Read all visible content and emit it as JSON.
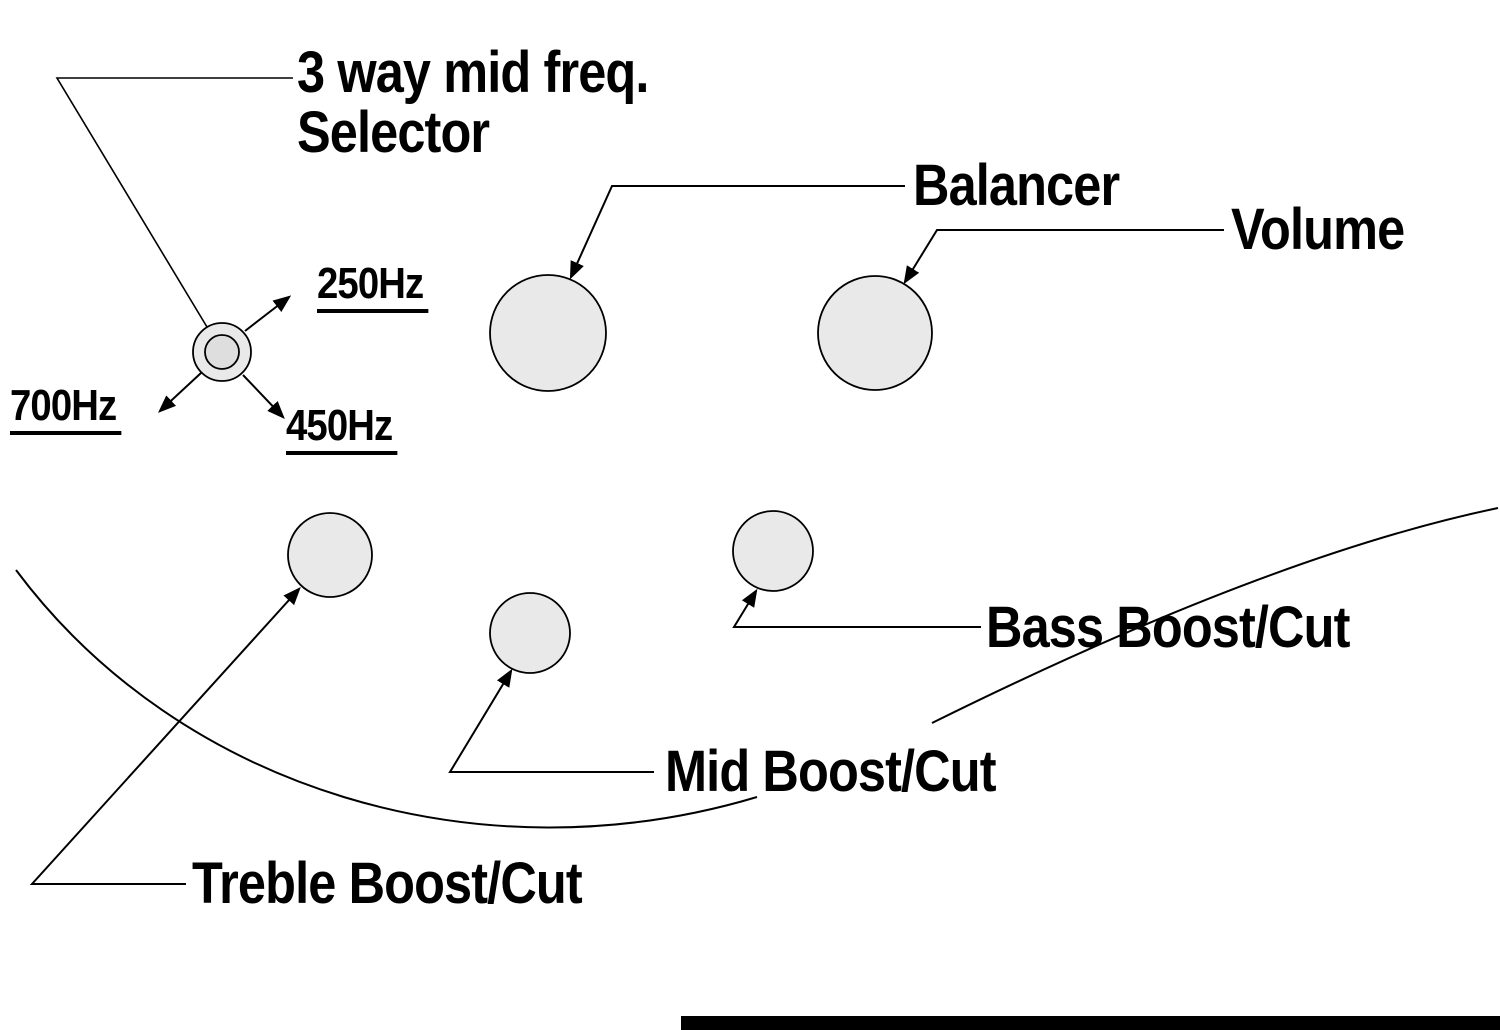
{
  "diagram": {
    "labels": {
      "selector_line1": "3 way mid freq.",
      "selector_line2": "Selector",
      "freq_250": "250Hz",
      "freq_450": "450Hz",
      "freq_700": "700Hz",
      "balancer": "Balancer",
      "volume": "Volume",
      "bass": "Bass Boost/Cut",
      "mid": "Mid Boost/Cut",
      "treble": "Treble Boost/Cut"
    },
    "colors": {
      "background": "#ffffff",
      "knob_fill": "#e9e9e9",
      "knob_inner_fill": "#dedede",
      "line": "#000000",
      "text": "#000000",
      "bottom_bar": "#000000"
    }
  }
}
